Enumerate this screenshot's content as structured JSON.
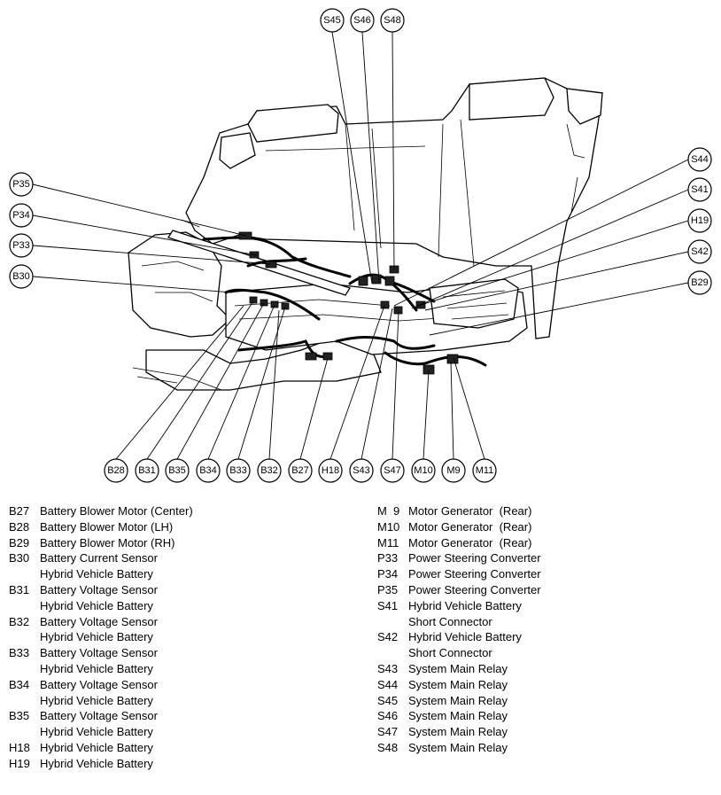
{
  "callouts_top": [
    "S45",
    "S46",
    "S48"
  ],
  "callouts_left": [
    "P35",
    "P34",
    "P33",
    "B30"
  ],
  "callouts_right": [
    "S44",
    "S41",
    "H19",
    "S42",
    "B29"
  ],
  "callouts_bottom": [
    "B28",
    "B31",
    "B35",
    "B34",
    "B33",
    "B32",
    "B27",
    "H18",
    "S43",
    "S47",
    "M10",
    "M9",
    "M11"
  ],
  "legend_left": [
    {
      "code": "B27",
      "lines": [
        "Battery Blower Motor (Center)"
      ]
    },
    {
      "code": "B28",
      "lines": [
        "Battery Blower Motor (LH)"
      ]
    },
    {
      "code": "B29",
      "lines": [
        "Battery Blower Motor (RH)"
      ]
    },
    {
      "code": "B30",
      "lines": [
        "Battery Current Sensor",
        "Hybrid Vehicle Battery"
      ]
    },
    {
      "code": "B31",
      "lines": [
        "Battery Voltage Sensor",
        "Hybrid Vehicle Battery"
      ]
    },
    {
      "code": "B32",
      "lines": [
        "Battery Voltage Sensor",
        "Hybrid Vehicle Battery"
      ]
    },
    {
      "code": "B33",
      "lines": [
        "Battery Voltage Sensor",
        "Hybrid Vehicle Battery"
      ]
    },
    {
      "code": "B34",
      "lines": [
        "Battery Voltage Sensor",
        "Hybrid Vehicle Battery"
      ]
    },
    {
      "code": "B35",
      "lines": [
        "Battery Voltage Sensor",
        "Hybrid Vehicle Battery"
      ]
    },
    {
      "code": "",
      "lines": [
        ""
      ]
    },
    {
      "code": "H18",
      "lines": [
        "Hybrid Vehicle Battery"
      ]
    },
    {
      "code": "H19",
      "lines": [
        "Hybrid Vehicle Battery"
      ]
    }
  ],
  "legend_right": [
    {
      "code": "M  9",
      "lines": [
        "Motor Generator  (Rear)"
      ]
    },
    {
      "code": "M10",
      "lines": [
        "Motor Generator  (Rear)"
      ]
    },
    {
      "code": "M11",
      "lines": [
        "Motor Generator  (Rear)"
      ]
    },
    {
      "code": "",
      "lines": [
        ""
      ]
    },
    {
      "code": "P33",
      "lines": [
        "Power Steering Converter"
      ]
    },
    {
      "code": "P34",
      "lines": [
        "Power Steering Converter"
      ]
    },
    {
      "code": "P35",
      "lines": [
        "Power Steering Converter"
      ]
    },
    {
      "code": "",
      "lines": [
        ""
      ]
    },
    {
      "code": "S41",
      "lines": [
        "Hybrid Vehicle Battery",
        "Short Connector"
      ]
    },
    {
      "code": "S42",
      "lines": [
        "Hybrid Vehicle Battery",
        "Short Connector"
      ]
    },
    {
      "code": "S43",
      "lines": [
        "System Main Relay"
      ]
    },
    {
      "code": "S44",
      "lines": [
        "System Main Relay"
      ]
    },
    {
      "code": "S45",
      "lines": [
        "System Main Relay"
      ]
    },
    {
      "code": "S46",
      "lines": [
        "System Main Relay"
      ]
    },
    {
      "code": "S47",
      "lines": [
        "System Main Relay"
      ]
    },
    {
      "code": "S48",
      "lines": [
        "System Main Relay"
      ]
    }
  ]
}
